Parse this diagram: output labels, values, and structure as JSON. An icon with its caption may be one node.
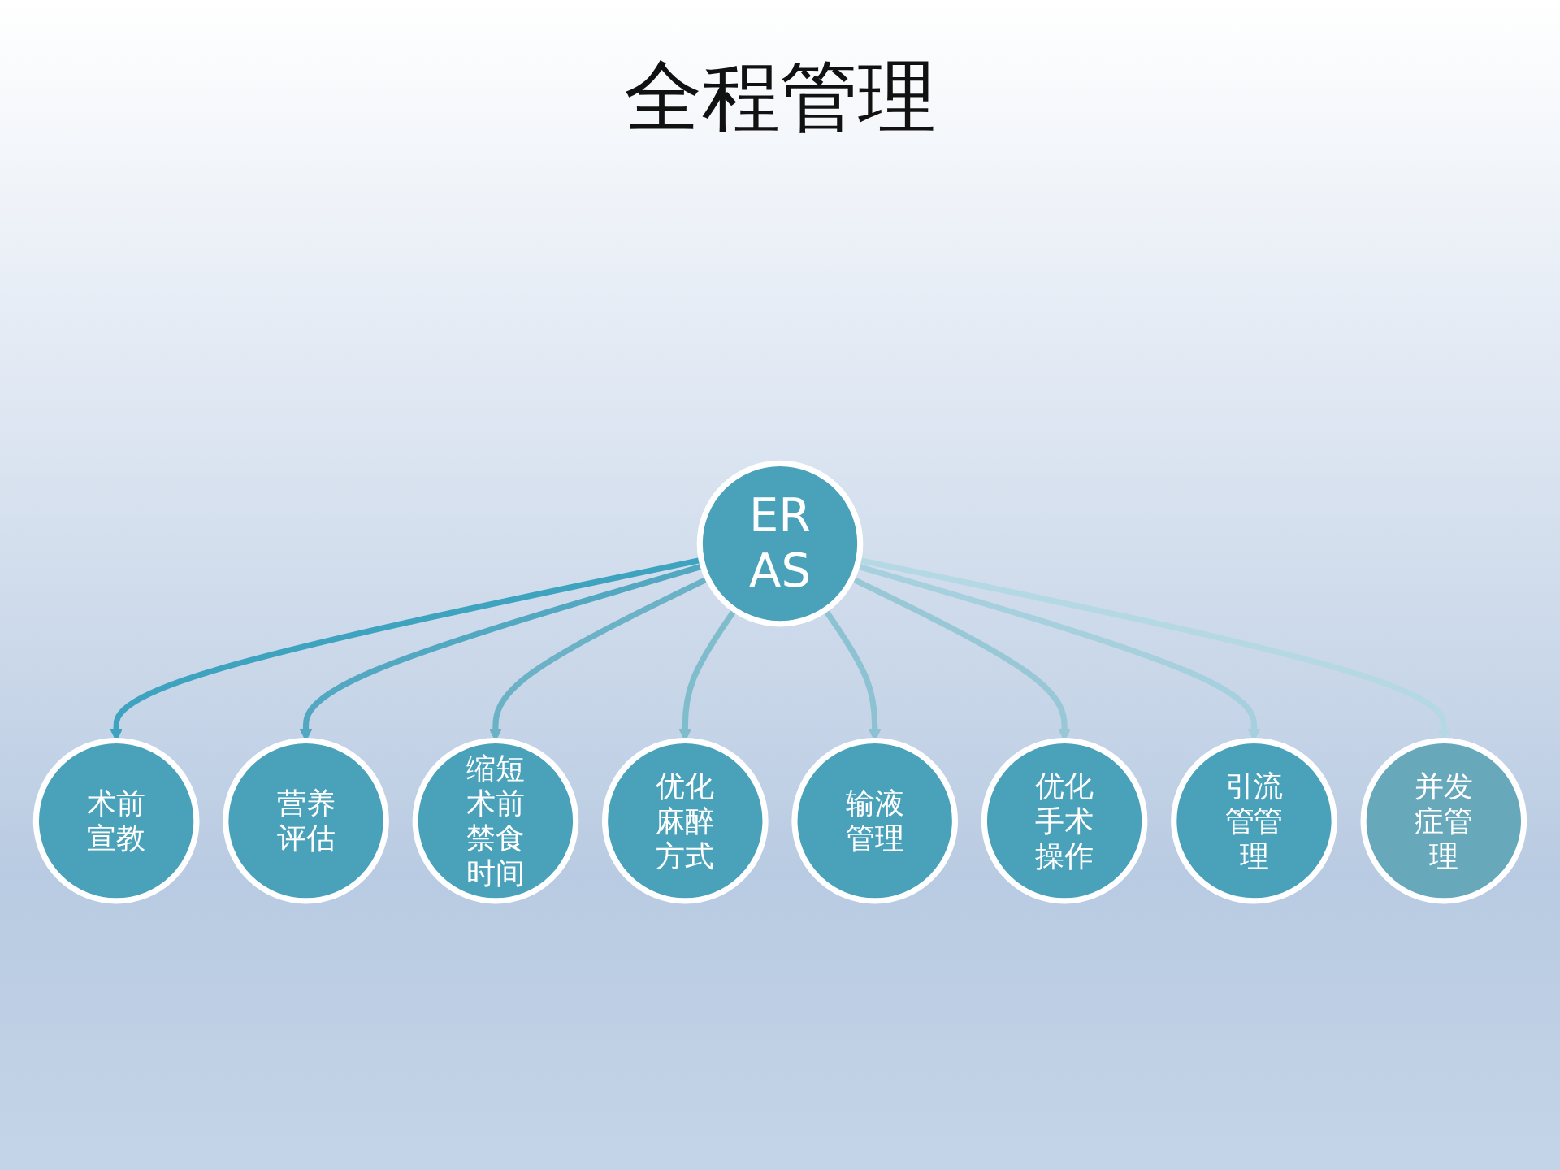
{
  "diagram": {
    "title": "全程管理",
    "nodes": [
      {
        "text": [
          "ERAS"
        ]
      },
      {
        "text": [
          "术前宣教"
        ]
      },
      {
        "text": [
          "营养评估"
        ]
      },
      {
        "text": [
          "缩短术前禁食时间"
        ]
      },
      {
        "text": [
          "优化麻醉方式"
        ]
      },
      {
        "text": [
          "输液管理"
        ]
      },
      {
        "text": [
          "优化手术操作"
        ]
      },
      {
        "text": [
          "引流管管理"
        ]
      },
      {
        "text": [
          "并发症管理"
        ]
      }
    ],
    "edges": [
      {
        "from": 0,
        "to": 1,
        "arrow": "to",
        "color": "#3ea3be"
      },
      {
        "from": 0,
        "to": 2,
        "arrow": "to",
        "color": "#52a8c0"
      },
      {
        "from": 0,
        "to": 3,
        "arrow": "to",
        "color": "#6cb2c6"
      },
      {
        "from": 0,
        "to": 4,
        "arrow": "to",
        "color": "#7fbccc"
      },
      {
        "from": 0,
        "to": 5,
        "arrow": "to",
        "color": "#8cc2d2"
      },
      {
        "from": 0,
        "to": 6,
        "arrow": "to",
        "color": "#98c8d6"
      },
      {
        "from": 0,
        "to": 7,
        "arrow": "to",
        "color": "#a6d0de"
      },
      {
        "from": 0,
        "to": 8,
        "arrow": "to",
        "color": "#b4d8e4"
      }
    ]
  }
}
